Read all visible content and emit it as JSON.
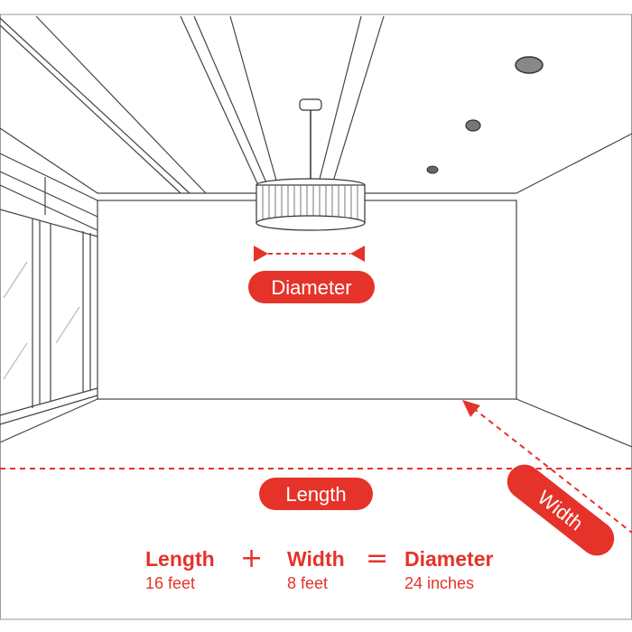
{
  "labels": {
    "diameter": "Diameter",
    "length": "Length",
    "width": "Width"
  },
  "formula": {
    "terms": [
      {
        "name": "Length",
        "value": "16 feet"
      },
      {
        "name": "Width",
        "value": "8 feet"
      },
      {
        "name": "Diameter",
        "value": "24 inches"
      }
    ],
    "plus": "+",
    "equals": "="
  },
  "colors": {
    "accent": "#e5332a",
    "line": "#444444"
  }
}
